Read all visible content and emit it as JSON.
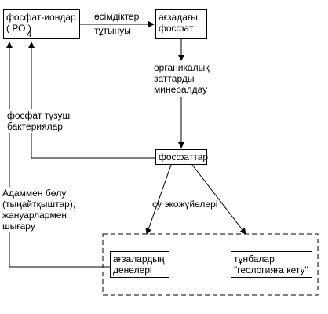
{
  "nodes": {
    "phosphate_ions": {
      "line1": "фосфат-иондар",
      "line2": "( РО   )",
      "subscript": "4"
    },
    "body_phosphate": {
      "line1": "ағзадағы",
      "line2": "фосфат"
    },
    "phosphates": {
      "line1": "фосфаттар"
    },
    "organism_bodies": {
      "line1": "ағзалардың",
      "line2": "денелері"
    },
    "sediments": {
      "line1": "тұнбалар",
      "line2": "\"геологияға кету\""
    }
  },
  "edge_labels": {
    "plants": {
      "line1": "өсімдіктер",
      "line2": "тұтынуы"
    },
    "mineralization": {
      "line1": "органикалық",
      "line2": "заттарды",
      "line3": "минералдау"
    },
    "bacteria": {
      "line1": "фосфат түзуші",
      "line2": "бактериялар"
    },
    "water_ecosystems": {
      "line1": "су экожүйелері"
    },
    "excretion": {
      "line1": "Адаммен бөлу",
      "line2": "(тыңайтқыштар),",
      "line3": "жануарлармен",
      "line4": "шығару"
    }
  },
  "colors": {
    "line": "#000000",
    "background": "#ffffff"
  }
}
